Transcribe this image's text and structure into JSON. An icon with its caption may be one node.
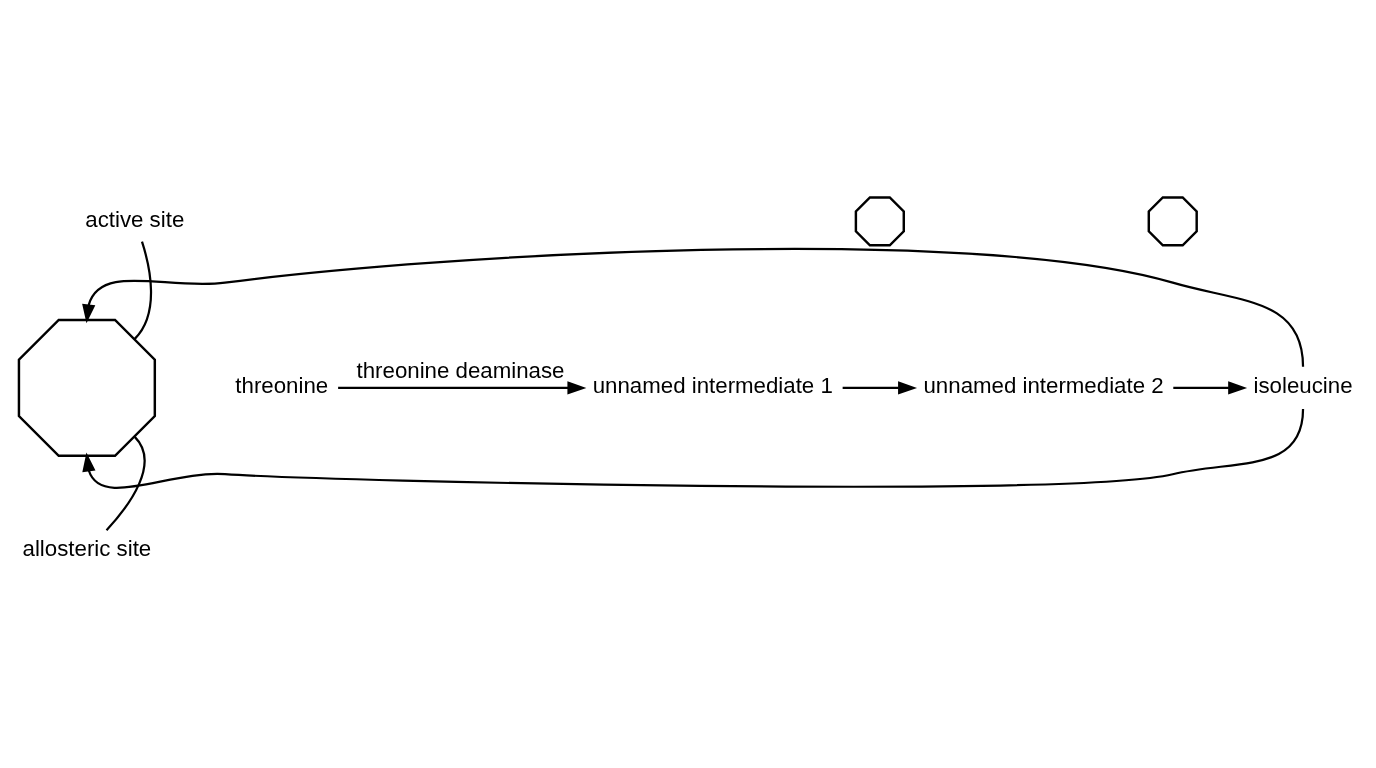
{
  "diagram": {
    "nodes": [
      {
        "text": [],
        "shape": "octagon"
      },
      {
        "text": [
          "active site"
        ]
      },
      {
        "text": [
          "allosteric site"
        ]
      },
      {
        "text": [
          "threonine"
        ]
      },
      {
        "text": [
          "unnamed intermediate 1"
        ]
      },
      {
        "text": [],
        "shape": "octagon"
      },
      {
        "text": [
          "unnamed intermediate 2"
        ]
      },
      {
        "text": [],
        "shape": "octagon"
      },
      {
        "text": [
          "isoleucine"
        ]
      }
    ],
    "edges": [
      {
        "from": 1,
        "to": 0,
        "arrow": "none"
      },
      {
        "from": 2,
        "to": 0,
        "arrow": "none"
      },
      {
        "from": 3,
        "to": 4,
        "arrow": "to",
        "label": "threonine deaminase"
      },
      {
        "from": 4,
        "to": 6,
        "arrow": "to"
      },
      {
        "from": 6,
        "to": 8,
        "arrow": "to"
      },
      {
        "from": 8,
        "to": 0,
        "arrow": "to"
      },
      {
        "from": 8,
        "to": 0,
        "arrow": "to"
      }
    ]
  }
}
